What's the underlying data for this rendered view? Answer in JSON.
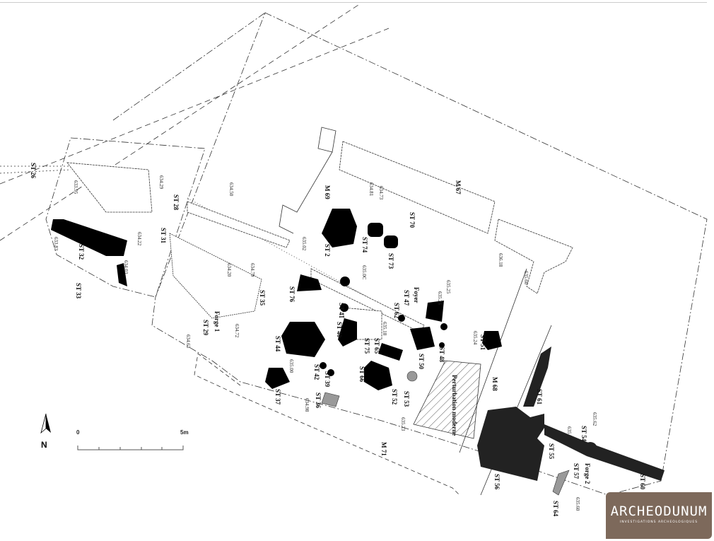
{
  "logo": {
    "name": "ARCHEODUNUM",
    "tagline": "INVESTIGATIONS ARCHEOLOGIQUES"
  },
  "north_label": "N",
  "scale": {
    "start": "0",
    "end": "5m"
  },
  "structures": [
    "ST 26",
    "ST 28",
    "ST 31",
    "ST 32",
    "ST 33",
    "ST 35",
    "ST 29",
    "Forge 1",
    "M 69",
    "ST 70",
    "M 67",
    "ST 2",
    "ST 74",
    "ST 73",
    "ST 76",
    "Foyer",
    "ST 47",
    "ST 62",
    "ST 41",
    "ST 40",
    "ST 75",
    "ST 65",
    "ST 44",
    "ST 50",
    "ST 48",
    "ST 51",
    "ST 42",
    "ST 39",
    "ST 66",
    "ST 52",
    "ST 53",
    "Perturbation moderne",
    "M 68",
    "ST 37",
    "ST 36",
    "ST 61",
    "ST 54",
    "ST 55",
    "M 71",
    "ST 56",
    "Forge 2",
    "ST 57",
    "ST 60",
    "ST 64"
  ],
  "altitudes": [
    "633.95",
    "634.29",
    "634.50",
    "634.22",
    "633.83",
    "634.03",
    "634.20",
    "634.79",
    "634.72",
    "634.63",
    "634.81",
    "634.73",
    "635.02",
    "635.0C",
    "636.18",
    "635.60",
    "635.25",
    "635.26",
    "635.18",
    "635.24",
    "635.00",
    "635.23",
    "634.98",
    "635.62",
    "635.78",
    "635.60"
  ],
  "colors": {
    "feature": "#000000",
    "modern_feature": "#222222",
    "grey_feature": "#999999",
    "logo_bg": "#7d695b"
  }
}
